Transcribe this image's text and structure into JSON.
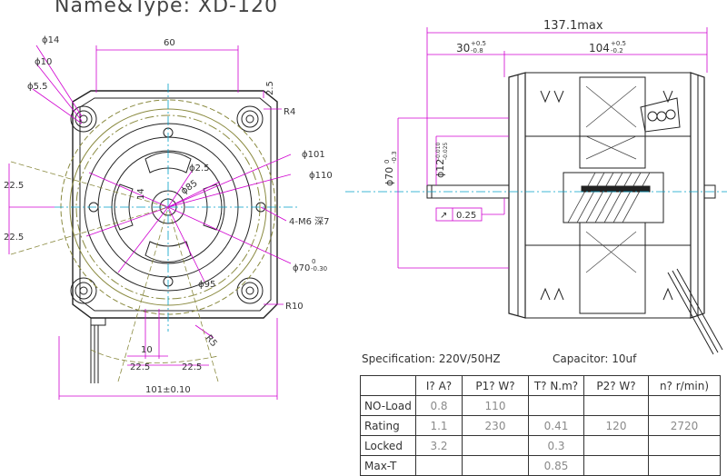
{
  "title": "Name&Type: XD-120",
  "front_view": {
    "dims": {
      "phi14": "ϕ14",
      "phi10": "ϕ10",
      "phi55": "ϕ5.5",
      "w60": "60",
      "d25": "2.5",
      "r4": "R4",
      "phi101": "ϕ101",
      "phi110": "ϕ110",
      "phi25": "ϕ2.5",
      "phi85a": "ϕ85",
      "d14": "14",
      "m6": "4-M6 深7",
      "phi70": "ϕ70",
      "phi70_tol": "0",
      "phi70_tol2": "-0.30",
      "phi95": "ϕ95",
      "r10": "R10",
      "l225a": "22.5",
      "l225b": "22.5",
      "d10": "10",
      "b225a": "22.5",
      "b225b": "22.5",
      "r5": "R5",
      "w101": "101±0.10"
    }
  },
  "side_view": {
    "dims": {
      "max137": "137.1max",
      "d30": "30",
      "d30_tol": "+0.5",
      "d30_tol2": "-0.8",
      "d104": "104",
      "d104_tol": "+0.5",
      "d104_tol2": "-0.2",
      "phi70": "ϕ70",
      "phi70_tol": "0",
      "phi70_tol2": "-0.3",
      "phi12": "ϕ12",
      "phi12_tol": "-0.010",
      "phi12_tol2": "-0.025",
      "runout": "0.25",
      "runout_sym": "↗"
    }
  },
  "specification": "Specification: 220V/50HZ",
  "capacitor": "Capacitor: 10uf",
  "table": {
    "headers": [
      "",
      "I? A?",
      "P1? W?",
      "T? N.m?",
      "P2? W?",
      "n? r/min)"
    ],
    "rows": [
      {
        "label": "NO-Load",
        "i": "0.8",
        "p1": "110",
        "t": "",
        "p2": "",
        "n": ""
      },
      {
        "label": "Rating",
        "i": "1.1",
        "p1": "230",
        "t": "0.41",
        "p2": "120",
        "n": "2720"
      },
      {
        "label": "Locked",
        "i": "3.2",
        "p1": "",
        "t": "0.3",
        "p2": "",
        "n": ""
      },
      {
        "label": "Max-T",
        "i": "",
        "p1": "",
        "t": "0.85",
        "p2": "",
        "n": ""
      }
    ]
  },
  "colors": {
    "dim": "#d000d0",
    "center": "#00a0c8",
    "outline": "#222222",
    "gray": "#8a8a8a",
    "olive": "#8a8a40"
  }
}
